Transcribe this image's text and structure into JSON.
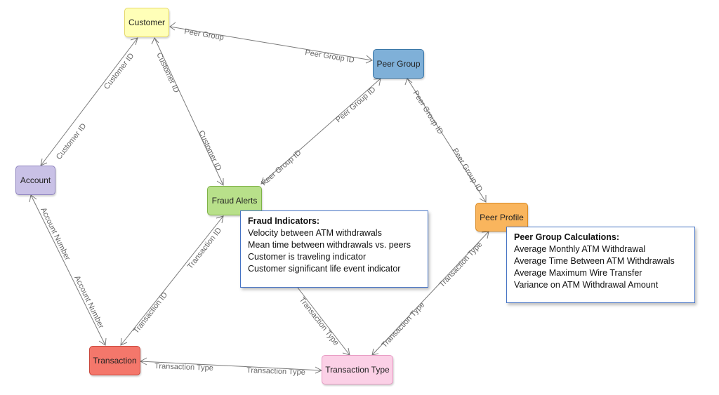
{
  "nodes": {
    "customer": {
      "label": "Customer",
      "color": "#ffffb8",
      "border": "#e5d86a"
    },
    "peer_group": {
      "label": "Peer Group",
      "color": "#7fb0d8",
      "border": "#3b77a8"
    },
    "account": {
      "label": "Account",
      "color": "#c9c1e6",
      "border": "#8f84bf"
    },
    "fraud_alerts": {
      "label": "Fraud Alerts",
      "color": "#b8e08a",
      "border": "#7fb248"
    },
    "peer_profile": {
      "label": "Peer Profile",
      "color": "#f9b55d",
      "border": "#d98a23"
    },
    "transaction": {
      "label": "Transaction",
      "color": "#f4776b",
      "border": "#c9463b"
    },
    "transaction_type": {
      "label": "Transaction Type",
      "color": "#fbd0e6",
      "border": "#e79bc4"
    }
  },
  "edge_labels": {
    "cust_peer_a": "Peer Group",
    "cust_peer_b": "Peer Group ID",
    "acct_cust_a": "Customer ID",
    "acct_cust_b": "Customer ID",
    "fraud_cust_a": "Customer ID",
    "fraud_cust_b": "Customer ID",
    "fraud_peer_a": "Peer Group ID",
    "fraud_peer_b": "Peer Group ID",
    "profile_peer_a": "Peer Group ID",
    "profile_peer_b": "Peer Group ID",
    "acct_trans_a": "Account Number",
    "acct_trans_b": "Account Number",
    "trans_fraud_a": "Transaction ID",
    "trans_fraud_b": "Transaction ID",
    "trans_type_a": "Transaction Type",
    "trans_type_b": "Transaction Type",
    "fraud_type": "Transaction Type",
    "profile_type_a": "Transaction Type",
    "profile_type_b": "Transaction Type"
  },
  "callouts": {
    "fraud_indicators": {
      "title": "Fraud Indicators:",
      "lines": [
        "Velocity between ATM withdrawals",
        "Mean time between withdrawals vs. peers",
        "Customer is traveling indicator",
        "Customer significant life event indicator"
      ]
    },
    "peer_group_calc": {
      "title": "Peer Group Calculations:",
      "lines": [
        "Average Monthly ATM Withdrawal",
        "Average Time Between ATM Withdrawals",
        "Average Maximum Wire Transfer",
        "Variance on ATM Withdrawal Amount"
      ]
    }
  }
}
